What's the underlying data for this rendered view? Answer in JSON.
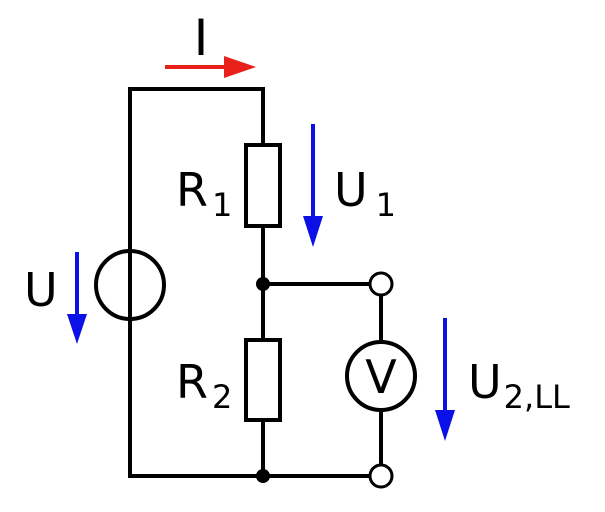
{
  "labels": {
    "current": "I",
    "source_voltage": "U",
    "r1_main": "R",
    "r1_sub": "1",
    "r2_main": "R",
    "r2_sub": "2",
    "u1_main": "U",
    "u1_sub": "1",
    "u2_main": "U",
    "u2_sub": "2,LL",
    "voltmeter": "V"
  },
  "colors": {
    "wire": "#000000",
    "current_arrow": "#e8211a",
    "voltage_arrow": "#0a10e6",
    "background": "#ffffff"
  }
}
